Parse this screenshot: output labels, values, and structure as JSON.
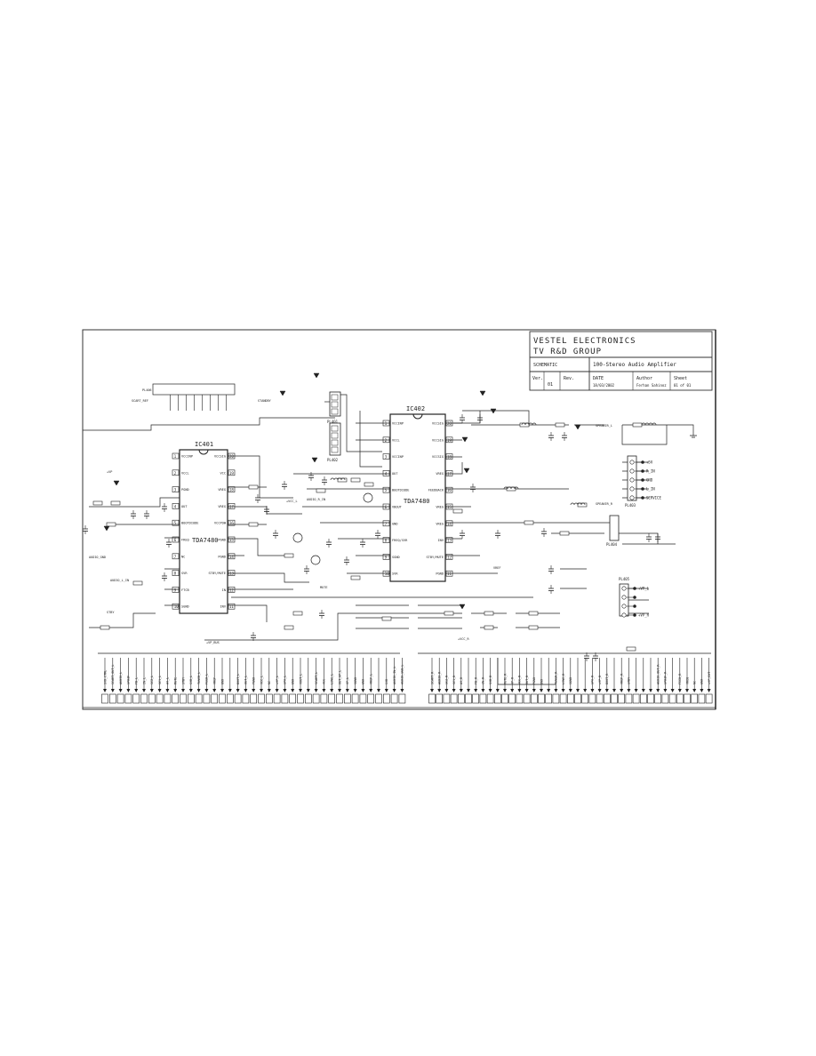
{
  "title_block": {
    "company": "VESTEL ELECTRONICS",
    "group": "TV R&D GROUP",
    "schematic_label": "SCHEMATIC",
    "schematic_name": "100-Stereo Audio Amplifier",
    "ver_label": "Ver.",
    "ver_value": "01",
    "rev_label": "Rev.",
    "date_label": "DATE",
    "date_value": "18/03/2002",
    "author_label": "Author",
    "author_value": "Ferhan Sahinoz",
    "sheet_label": "Sheet",
    "sheet_value": "01 of 01"
  },
  "ics": [
    {
      "ref": "IC401",
      "part": "TDA7480",
      "pins_left": [
        {
          "num": "1",
          "name": "VCCINP"
        },
        {
          "num": "2",
          "name": "VCCL"
        },
        {
          "num": "3",
          "name": "PGND"
        },
        {
          "num": "4",
          "name": "OUT"
        },
        {
          "num": "5",
          "name": "BOOTDIODE"
        },
        {
          "num": "6",
          "name": "FREQ"
        },
        {
          "num": "7",
          "name": "NC"
        },
        {
          "num": "8",
          "name": "SVR"
        },
        {
          "num": "9",
          "name": "FTCB"
        },
        {
          "num": "10",
          "name": "SGND"
        }
      ],
      "pins_right": [
        {
          "num": "20",
          "name": "VCCSIG"
        },
        {
          "num": "19",
          "name": "VCC"
        },
        {
          "num": "18",
          "name": "VREG"
        },
        {
          "num": "17",
          "name": "VREG"
        },
        {
          "num": "16",
          "name": "VCCPOW"
        },
        {
          "num": "15",
          "name": "PGND"
        },
        {
          "num": "14",
          "name": "PGND"
        },
        {
          "num": "13",
          "name": "STBY/MUTE"
        },
        {
          "num": "12",
          "name": "IN"
        },
        {
          "num": "11",
          "name": "INV"
        }
      ]
    },
    {
      "ref": "IC402",
      "part": "TDA7480",
      "pins_left": [
        {
          "num": "1",
          "name": "VCCINP"
        },
        {
          "num": "2",
          "name": "VCCL"
        },
        {
          "num": "3",
          "name": "VCCINP"
        },
        {
          "num": "4",
          "name": "OUT"
        },
        {
          "num": "5",
          "name": "BOOTDIODE"
        },
        {
          "num": "6",
          "name": "VBOUT"
        },
        {
          "num": "7",
          "name": "GND"
        },
        {
          "num": "8",
          "name": "FREQ/SVR"
        },
        {
          "num": "9",
          "name": "SGND"
        },
        {
          "num": "10",
          "name": "SVR"
        }
      ],
      "pins_right": [
        {
          "num": "20",
          "name": "VCCSIG"
        },
        {
          "num": "19",
          "name": "VCCSIG"
        },
        {
          "num": "18",
          "name": "VCCSIG"
        },
        {
          "num": "17",
          "name": "VREG"
        },
        {
          "num": "16",
          "name": "FEEDBACK"
        },
        {
          "num": "15",
          "name": "VREG"
        },
        {
          "num": "14",
          "name": "VREG"
        },
        {
          "num": "13",
          "name": "INV"
        },
        {
          "num": "12",
          "name": "STBY/MUTE"
        },
        {
          "num": "11",
          "name": "PGND"
        }
      ]
    }
  ],
  "connectors": {
    "pl401": "PL401",
    "pl402": "PL402",
    "pl403": "PL403",
    "pl404": "PL404",
    "pl405": "PL405",
    "pl406": "PL406",
    "pl403_pins": [
      "+5V",
      "R_IN",
      "GND",
      "L_IN",
      "SERVICE"
    ],
    "pl405_pins": [
      "+VP_L",
      "",
      "",
      "+VP_R"
    ]
  },
  "net_labels": {
    "top_left": "SCART_REF",
    "top_mid": "STANDBY",
    "vcc_top": "+VP",
    "out_right": "SPEAKER_R",
    "out_left": "SPEAKER_L",
    "mute": "MUTE",
    "gnd_audio": "AUDIO_GND",
    "vref": "VREF",
    "vp_bus": "+VP_BUS",
    "in_l": "AUDIO_L_IN",
    "in_r": "AUDIO_R_IN",
    "stby": "STBY",
    "vcc_l": "+VCC_L",
    "vcc_r": "+VCC_R"
  },
  "bottom_connector_left": [
    "SVD_CTRL",
    "SCART_OUT_L",
    "AUDIO_L",
    "SPDIF",
    "FB_L",
    "IN_L",
    "SC2_L",
    "SC1_L",
    "AV_L",
    "MUTE",
    "STBY",
    "SVR_L",
    "TUNER_L",
    "FEED_L",
    "VREF",
    "GND",
    "",
    "BOOT_L",
    "OUT_L",
    "PGND",
    "VCC_L",
    "NC",
    "+VP_L",
    "SPK_L",
    "GND",
    "VOUT_L",
    "",
    "SCART_L",
    "VCC",
    "LINE_L",
    "OUT_HP_L",
    "HP_L",
    "SGND",
    "GND",
    "VREF_L",
    "",
    "SVR",
    "AUDIO_IN_L",
    "AUDIO_SUB_L"
  ],
  "bottom_connector_right": [
    "SCART_R",
    "AUDIO_R",
    "SC2_R",
    "SC1_R",
    "AV_R",
    "",
    "FB_R",
    "IN_R",
    "SVR_R",
    "",
    "MUTE_R",
    "HP_R",
    "VCC_R",
    "OUT_R",
    "PGND",
    "GND",
    "",
    "TUNER_R",
    "LINE_R",
    "SGND",
    "",
    "",
    "SPK_R",
    "+VP_R",
    "BOOT_R",
    "",
    "VREF_R",
    "STBY",
    "",
    "",
    "",
    "AUDIO_OUT_R",
    "SPDIF_R",
    "",
    "FEED_R",
    "VREG",
    "NC",
    "GND",
    "+VP_EXT"
  ]
}
